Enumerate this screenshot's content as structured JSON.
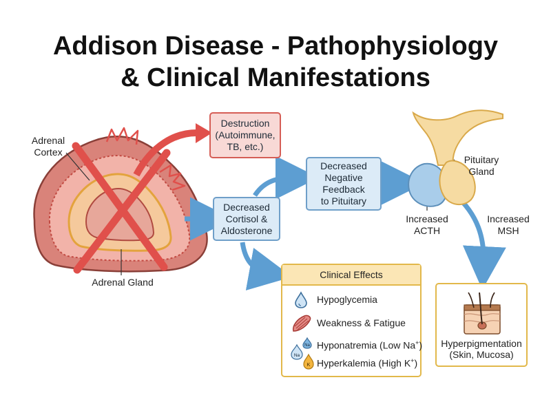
{
  "title": {
    "line1": "Addison Disease - Pathophysiology",
    "line2": "& Clinical Manifestations"
  },
  "labels": {
    "adrenal_cortex": [
      "Adrenal",
      "Cortex"
    ],
    "adrenal_gland": "Adrenal Gland",
    "pituitary_gland": [
      "Pituitary",
      "Gland"
    ],
    "increased_acth": [
      "Increased",
      "ACTH"
    ],
    "increased_msh": [
      "Increased",
      "MSH"
    ]
  },
  "boxes": {
    "destruction": [
      "Destruction",
      "(Autoimmune,",
      "TB, etc.)"
    ],
    "negative_feedback": [
      "Decreased",
      "Negative",
      "Feedback",
      "to Pituitary"
    ],
    "decreased_hormones": [
      "Decreased",
      "Cortisol &",
      "Aldosterone"
    ]
  },
  "clinical_effects": {
    "heading": "Clinical Effects",
    "items": [
      {
        "icon": "water-drop-icon",
        "text": "Hypoglycemia"
      },
      {
        "icon": "muscle-icon",
        "text": "Weakness & Fatigue"
      },
      {
        "icon": "sodium-icon",
        "icon_text": "Na",
        "text": "Hyponatremia (Low Na",
        "sup": "+",
        "tail": ")"
      },
      {
        "icon": "potassium-icon",
        "icon_text": "K",
        "text": "Hyperkalemia (High K",
        "sup": "+",
        "tail": ")"
      }
    ]
  },
  "hyperpigmentation": {
    "icon": "skin-hair-icon",
    "label": [
      "Hyperpigmentation",
      "(Skin, Mucosa)"
    ]
  },
  "colors": {
    "red_arrow": "#e0504b",
    "blue_arrow": "#5d9ed2",
    "red_box": "#f8d9d6",
    "blue_box": "#dcebf7",
    "yellow_border": "#e2b84a",
    "pituitary_blue": "#a9cdea",
    "pituitary_yellow": "#f6dba2"
  }
}
